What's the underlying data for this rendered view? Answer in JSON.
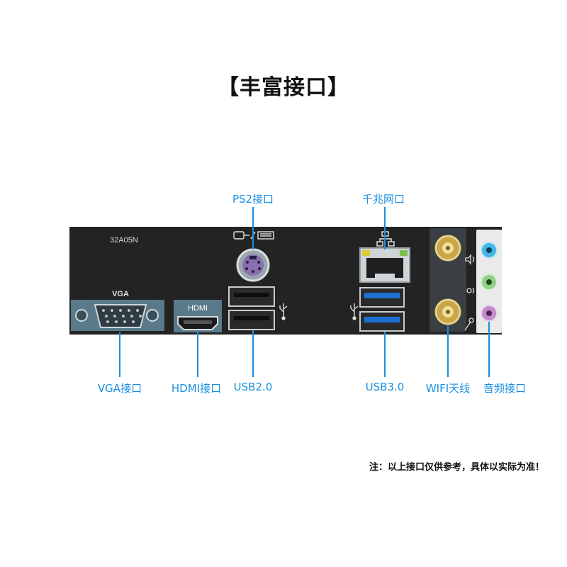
{
  "title": "【丰富接口】",
  "panel": {
    "model": "32A05N",
    "vga_label": "VGA",
    "hdmi_label": "HDMI"
  },
  "callouts": {
    "ps2": "PS2接口",
    "lan": "千兆网口",
    "vga": "VGA接口",
    "hdmi": "HDMI接口",
    "usb2": "USB2.0",
    "usb3": "USB3.0",
    "wifi": "WIFI天线",
    "audio": "音频接口"
  },
  "note": "注：以上接口仅供参考，具体以实际为准！",
  "colors": {
    "callout_text": "#1a8fe0",
    "panel_bg": "#232323",
    "usb3_blue": "#1f6fd1",
    "audio_blue": "#43b6e6",
    "audio_green": "#8fd18a",
    "audio_pink": "#c58bc8",
    "ps2_purple": "#8a6fb0"
  }
}
